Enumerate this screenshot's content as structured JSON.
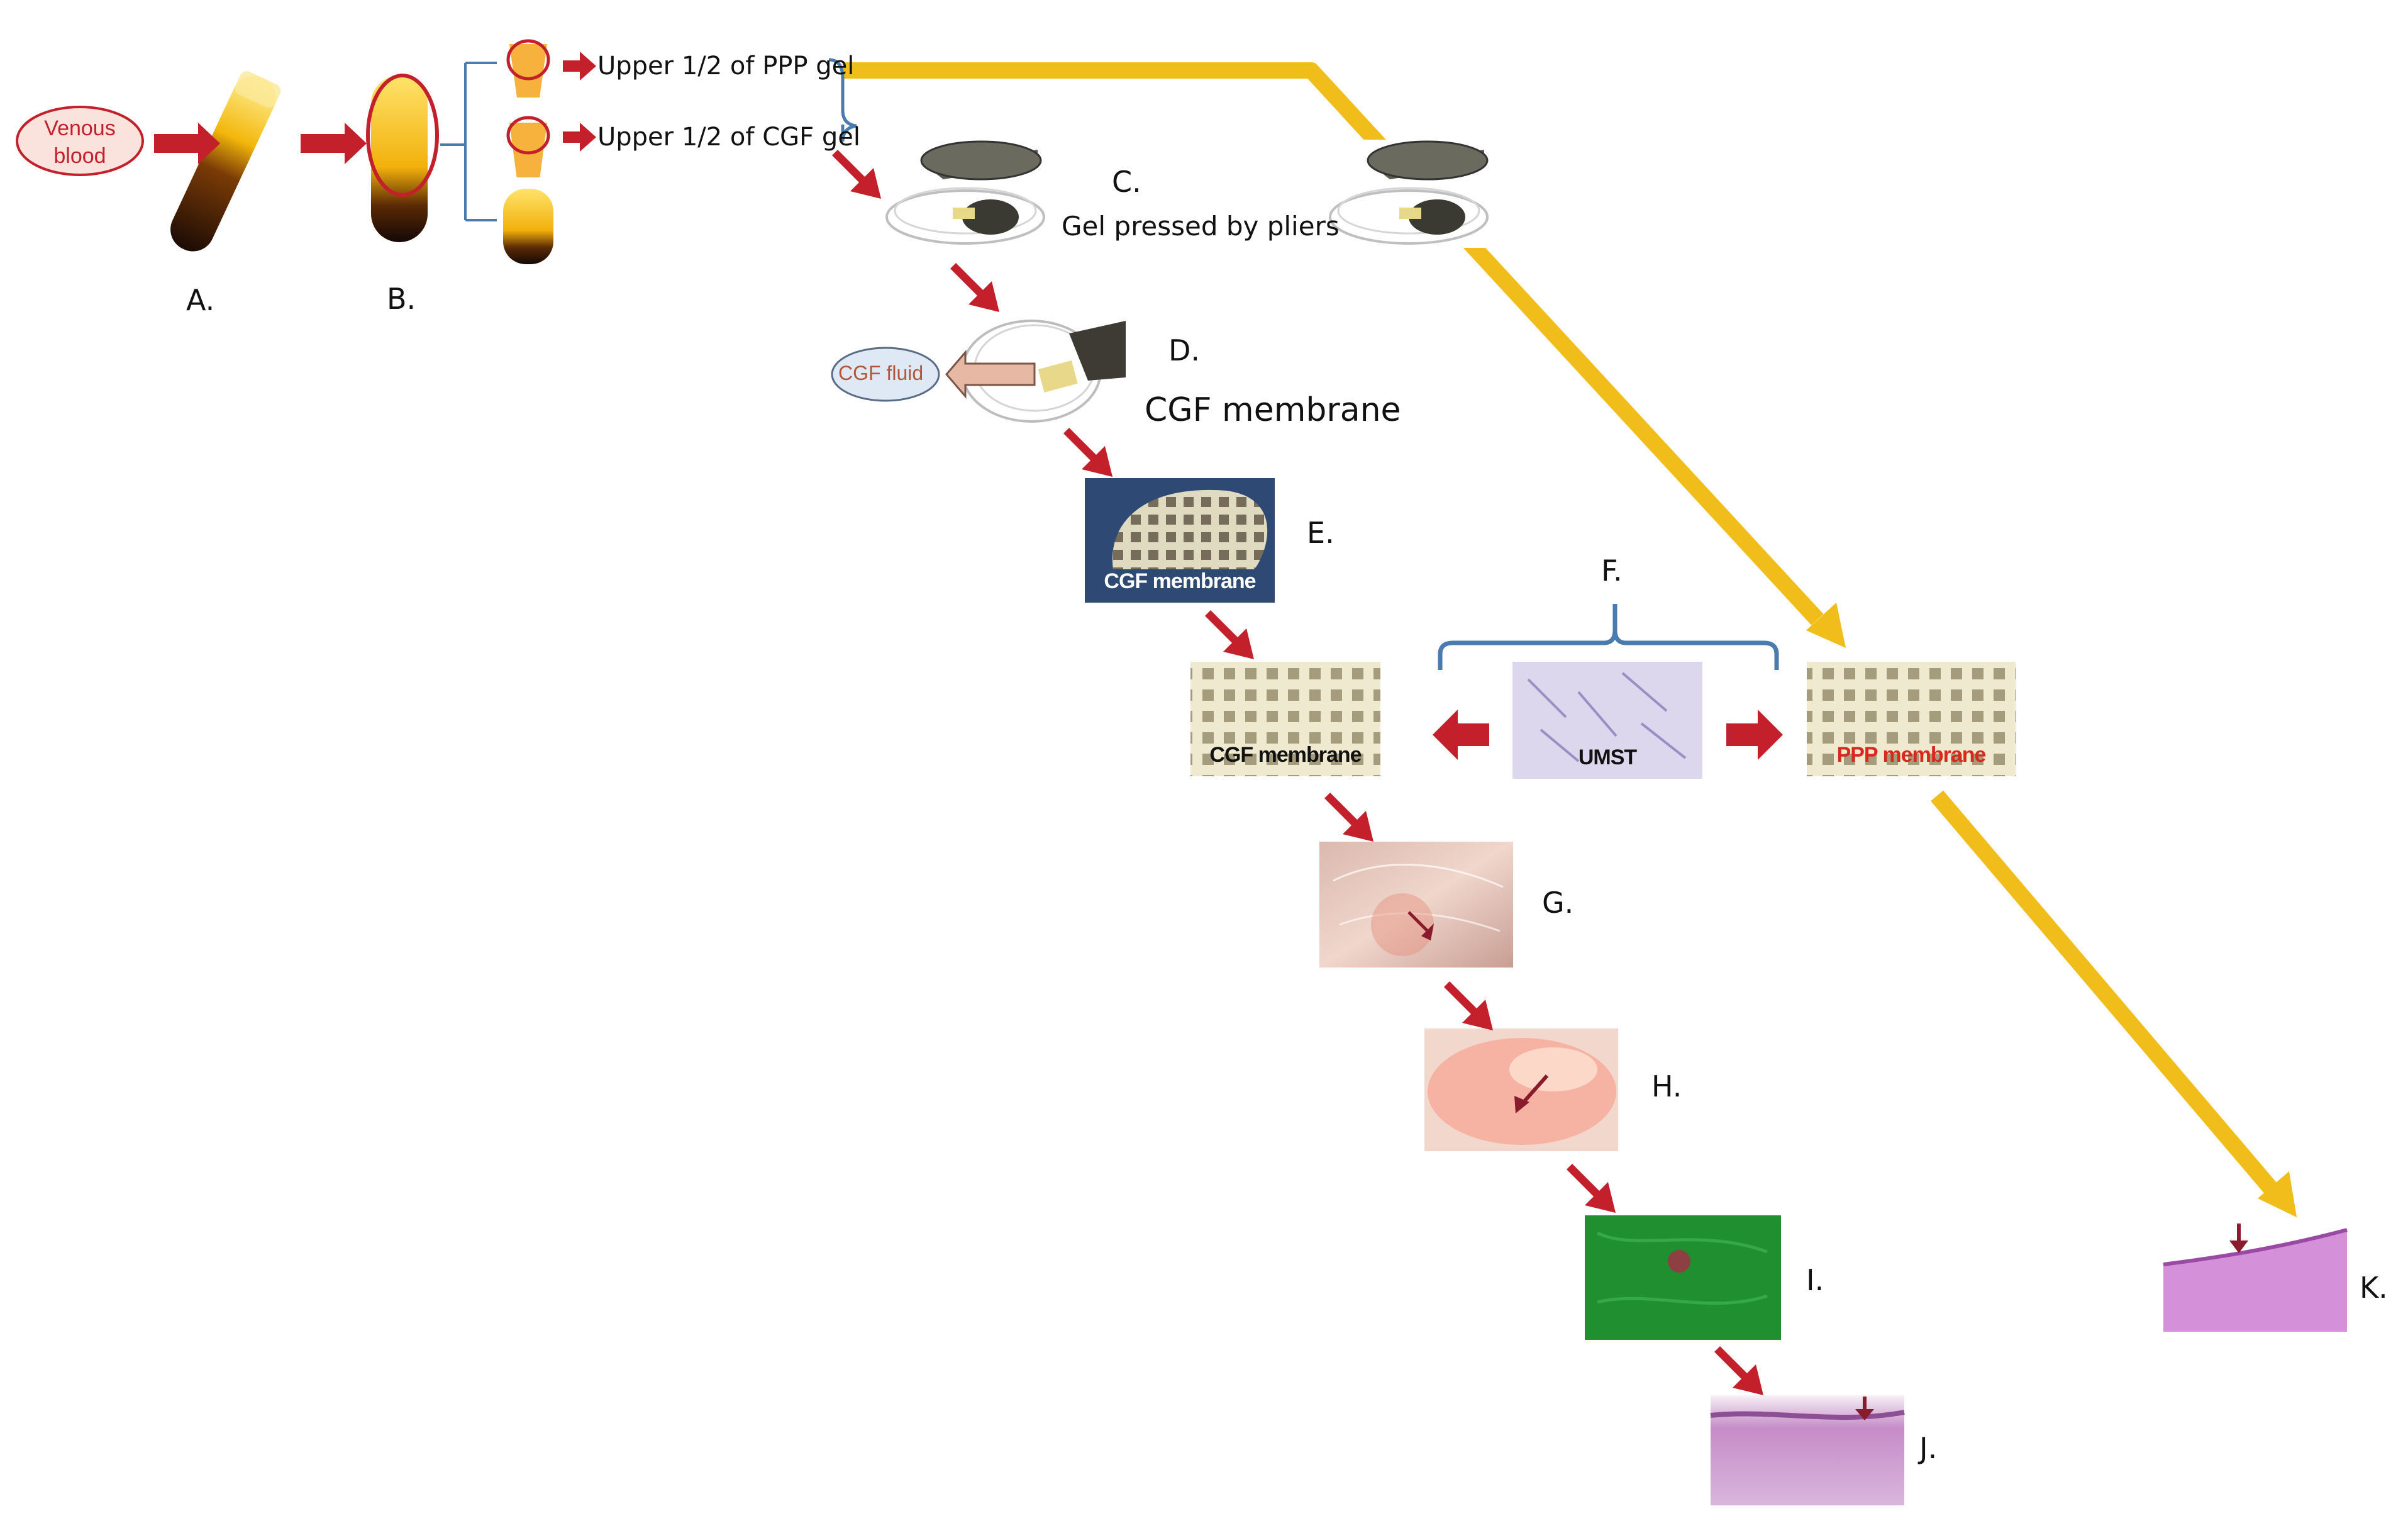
{
  "nodes": {
    "venous_blood": "Venous blood",
    "ppp_gel": "Upper 1/2 of PPP gel",
    "cgf_gel": "Upper 1/2 of CGF gel",
    "gel_pressed": "Gel pressed by pliers",
    "cgf_fluid": "CGF fluid",
    "cgf_membrane_d": "CGF membrane",
    "cgf_membrane_e": "CGF membrane",
    "cgf_membrane_f": "CGF membrane",
    "umst": "UMST",
    "ppp_membrane": "PPP membrane"
  },
  "letters": {
    "a": "A.",
    "b": "B.",
    "c": "C.",
    "d": "D.",
    "e": "E.",
    "f": "F.",
    "g": "G.",
    "h": "H.",
    "i": "I.",
    "j": "J.",
    "k": "K."
  },
  "colors": {
    "red_arrow": "#c3202b",
    "yellow_path": "#f0bd1a",
    "bracket": "#4a7bb0",
    "ppp_label": "#d9291c"
  }
}
